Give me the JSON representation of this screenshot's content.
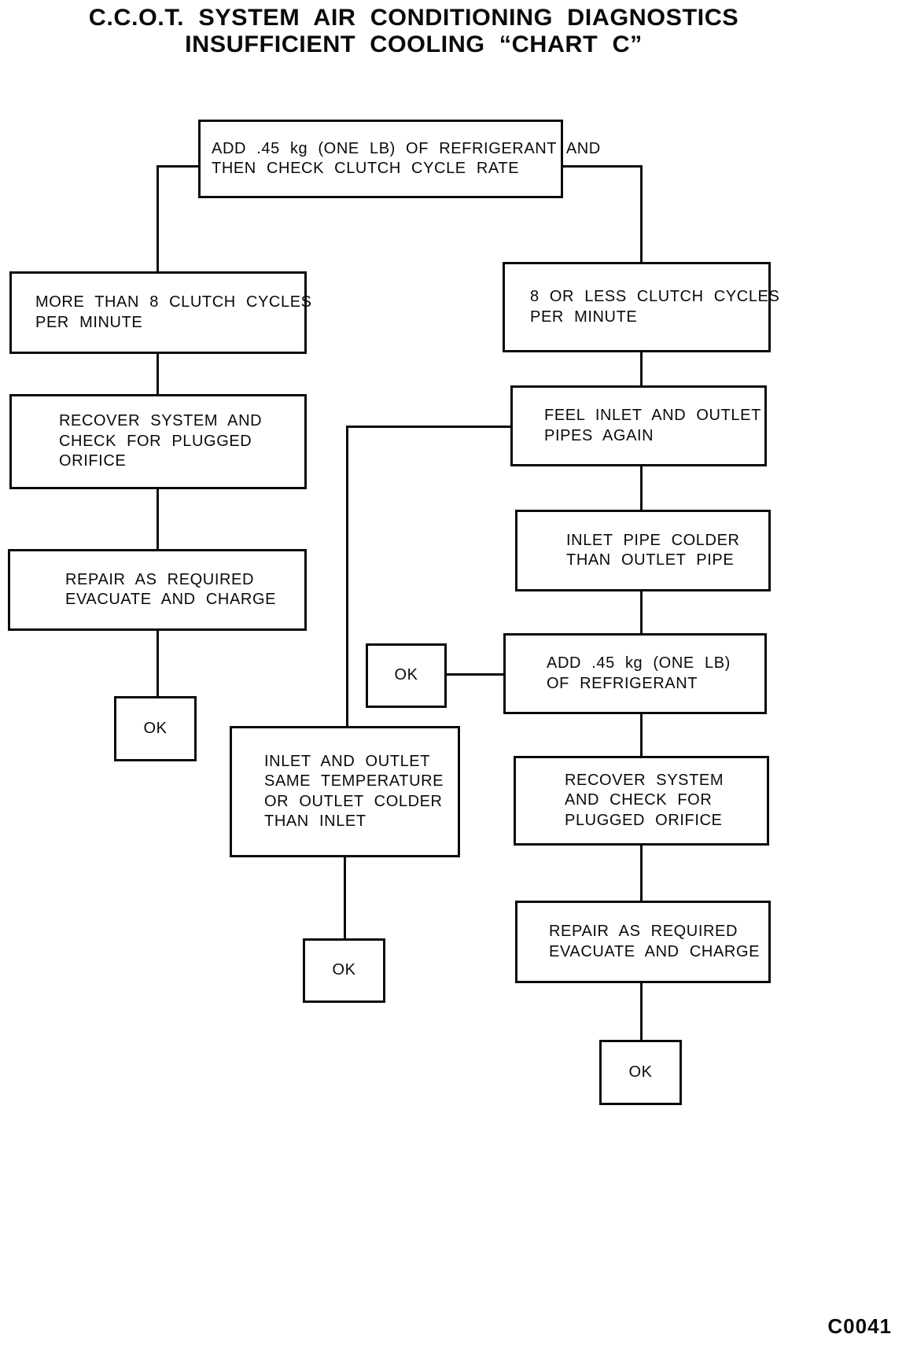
{
  "title": {
    "line1": "C.C.O.T. SYSTEM AIR CONDITIONING DIAGNOSTICS",
    "line2": "INSUFFICIENT COOLING “CHART C”"
  },
  "figure_code": "C0041",
  "colors": {
    "ink": "#0a0a0a",
    "paper": "#ffffff"
  },
  "nodes": {
    "add_refrigerant_check_clutch": {
      "lines": [
        "ADD .45 kg (ONE LB) OF REFRIGERANT AND",
        "THEN CHECK CLUTCH CYCLE RATE"
      ]
    },
    "more_than_8_cycles": {
      "lines": [
        "MORE THAN 8 CLUTCH CYCLES",
        "PER MINUTE"
      ]
    },
    "recover_check_orifice_left": {
      "lines": [
        "RECOVER SYSTEM AND",
        "CHECK FOR PLUGGED",
        "ORIFICE"
      ]
    },
    "repair_evacuate_charge_left": {
      "lines": [
        "REPAIR AS REQUIRED",
        "EVACUATE AND CHARGE"
      ]
    },
    "ok_left": {
      "lines": [
        "OK"
      ]
    },
    "eight_or_less_cycles": {
      "lines": [
        "8 OR LESS CLUTCH CYCLES",
        "PER MINUTE"
      ]
    },
    "feel_pipes_again": {
      "lines": [
        "FEEL INLET AND OUTLET",
        "PIPES AGAIN"
      ]
    },
    "inlet_colder_than_outlet": {
      "lines": [
        "INLET PIPE COLDER",
        "THAN OUTLET PIPE"
      ]
    },
    "ok_middle": {
      "lines": [
        "OK"
      ]
    },
    "add_refrigerant": {
      "lines": [
        "ADD .45 kg (ONE LB)",
        "OF REFRIGERANT"
      ]
    },
    "same_temp_or_outlet_colder": {
      "lines": [
        "INLET AND OUTLET",
        "SAME TEMPERATURE",
        "OR OUTLET COLDER",
        "THAN INLET"
      ]
    },
    "recover_check_orifice_right": {
      "lines": [
        "RECOVER SYSTEM",
        "AND CHECK FOR",
        "PLUGGED ORIFICE"
      ]
    },
    "repair_evacuate_charge_right": {
      "lines": [
        "REPAIR AS REQUIRED",
        "EVACUATE AND CHARGE"
      ]
    },
    "ok_inlet_outlet": {
      "lines": [
        "OK"
      ]
    },
    "ok_bottom_right": {
      "lines": [
        "OK"
      ]
    }
  }
}
